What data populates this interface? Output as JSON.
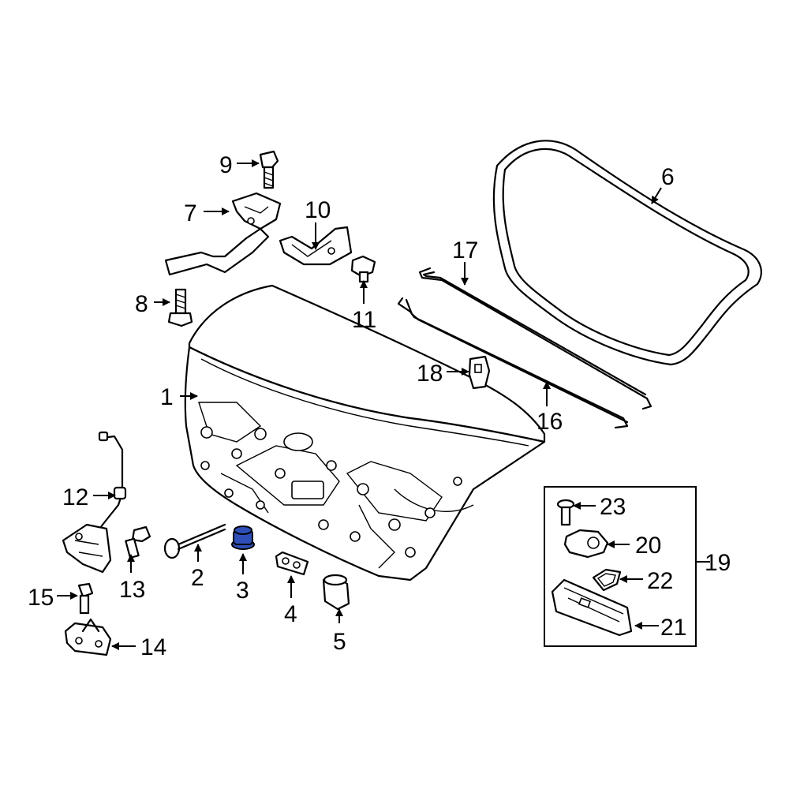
{
  "callouts": {
    "c1": "1",
    "c2": "2",
    "c3": "3",
    "c4": "4",
    "c5": "5",
    "c6": "6",
    "c7": "7",
    "c8": "8",
    "c9": "9",
    "c10": "10",
    "c11": "11",
    "c12": "12",
    "c13": "13",
    "c14": "14",
    "c15": "15",
    "c16": "16",
    "c17": "17",
    "c18": "18",
    "c19": "19",
    "c20": "20",
    "c21": "21",
    "c22": "22",
    "c23": "23"
  },
  "colors": {
    "highlight": "#2f4fb8",
    "line": "#000000",
    "background": "#ffffff"
  },
  "highlighted_part": "3"
}
